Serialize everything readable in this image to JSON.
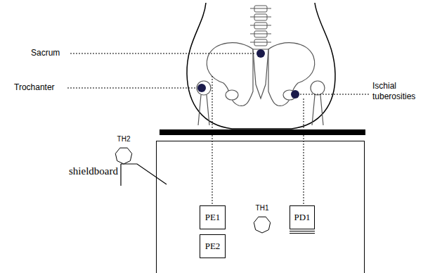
{
  "diagram": {
    "nodes": [
      {
        "text": [
          "TH2"
        ]
      },
      {
        "text": [
          "PE1"
        ]
      },
      {
        "text": [
          "TH1"
        ]
      },
      {
        "text": [
          "PD1"
        ]
      },
      {
        "text": [
          "PE2"
        ]
      }
    ],
    "labels": [
      "Sacrum",
      "Trochanter",
      "Ischial tuberosities",
      "shieldboard"
    ]
  }
}
